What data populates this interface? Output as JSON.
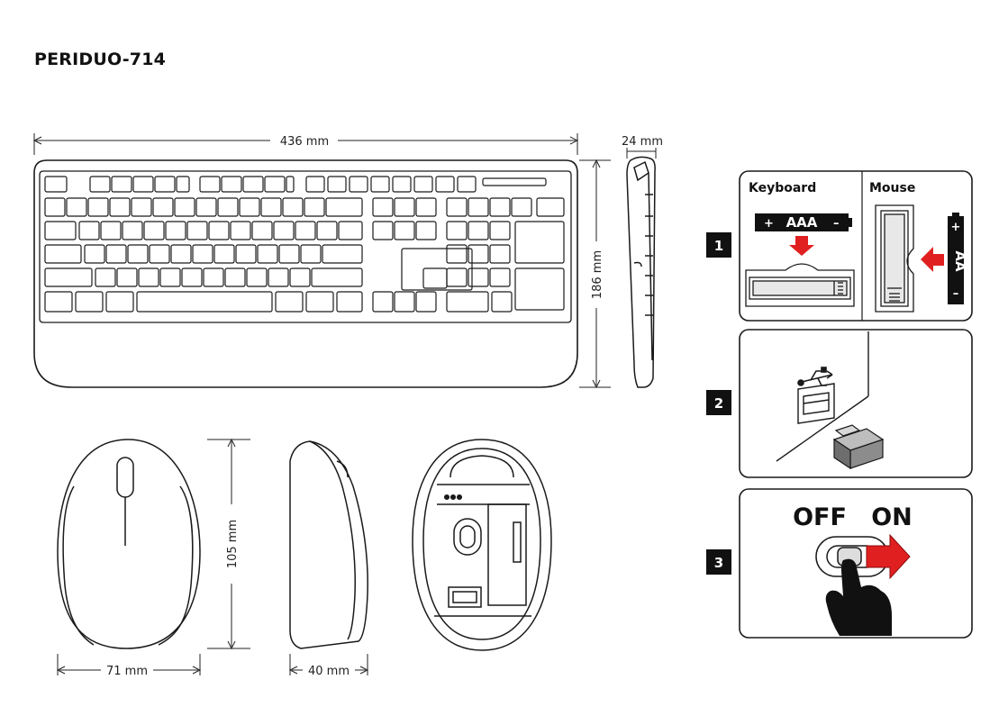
{
  "title": "PERIDUO-714",
  "dimensions": {
    "keyboard_width": "436 mm",
    "keyboard_depth": "186 mm",
    "keyboard_height": "24 mm",
    "mouse_length": "105 mm",
    "mouse_width": "71 mm",
    "mouse_height": "40 mm"
  },
  "steps": [
    {
      "number": "1",
      "keyboard_label": "Keyboard",
      "mouse_label": "Mouse",
      "keyboard_battery": "AAA",
      "mouse_battery": "AA",
      "plus": "+",
      "minus": "–"
    },
    {
      "number": "2"
    },
    {
      "number": "3",
      "off_label": "OFF",
      "on_label": "ON"
    }
  ],
  "colors": {
    "arrow": "#e02020",
    "outline": "#1a1a1a",
    "dongle": "#9a9a9a"
  }
}
